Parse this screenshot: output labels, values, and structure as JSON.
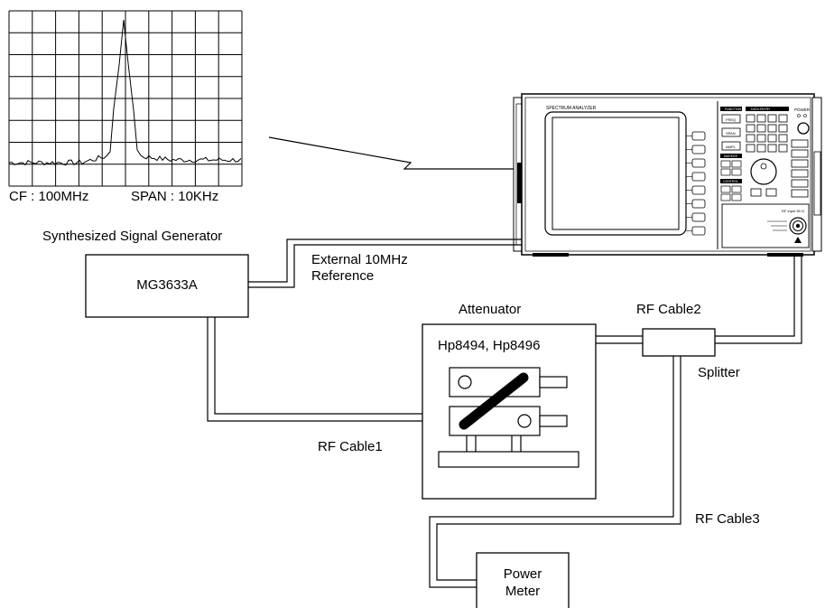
{
  "spectrum_display": {
    "cf_label": "CF : 100MHz",
    "span_label": "SPAN : 10KHz"
  },
  "signal_generator": {
    "caption": "Synthesized Signal Generator",
    "model": "MG3633A"
  },
  "reference_label": {
    "line1": "External 10MHz",
    "line2": "Reference"
  },
  "attenuator": {
    "caption": "Attenuator",
    "models": "Hp8494, Hp8496"
  },
  "cables": {
    "cable1": "RF Cable1",
    "cable2": "RF Cable2",
    "cable3": "RF Cable3"
  },
  "splitter_label": "Splitter",
  "power_meter": {
    "line1": "Power",
    "line2": "Meter"
  },
  "analyzer": {
    "screen_title": "SPECTRUM ANALYZER",
    "function_label": "FUNCTION",
    "data_entry_label": "DATA ENTRY",
    "power_label": "POWER",
    "marker_label": "MARKER",
    "control_label": "CONTROL",
    "freq_key": "FREQ",
    "span_key": "SPAN",
    "ampl_key": "AMPL",
    "rf_input_label": "RF Input 50 Ω"
  }
}
